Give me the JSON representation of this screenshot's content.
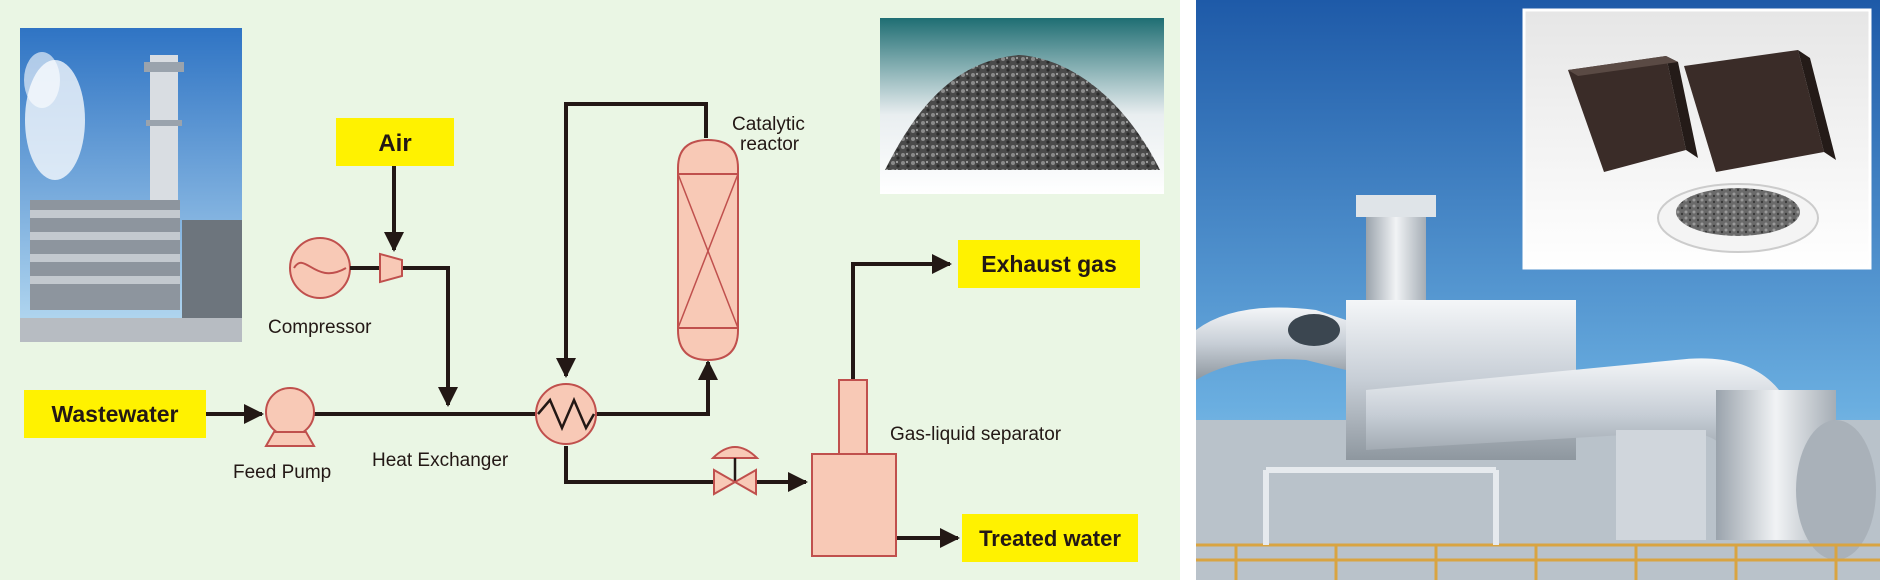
{
  "labels": {
    "air": "Air",
    "wastewater": "Wastewater",
    "exhaust_gas": "Exhaust gas",
    "treated_water": "Treated water",
    "compressor": "Compressor",
    "feed_pump": "Feed Pump",
    "heat_exchanger": "Heat Exchanger",
    "catalytic_reactor_line1": "Catalytic",
    "catalytic_reactor_line2": "reactor",
    "gas_liquid_separator": "Gas-liquid separator"
  },
  "colors": {
    "diagram_background": "#eaf6e4",
    "stream_label_fill": "#fff200",
    "equipment_fill": "#f8c9b6",
    "equipment_stroke": "#c0504d",
    "pipe": "#231815",
    "sky_top": "#1e5aa8",
    "sky_bottom": "#aed6f0"
  },
  "images": {
    "plant_photo": "wet-oxidation-plant-photo",
    "catalyst_pellets_photo": "catalyst-pellet-pile-photo",
    "facility_photo": "industrial-ducting-facility-photo",
    "catalyst_samples_inset": "honeycomb-catalyst-blocks-and-pellets-photo"
  }
}
